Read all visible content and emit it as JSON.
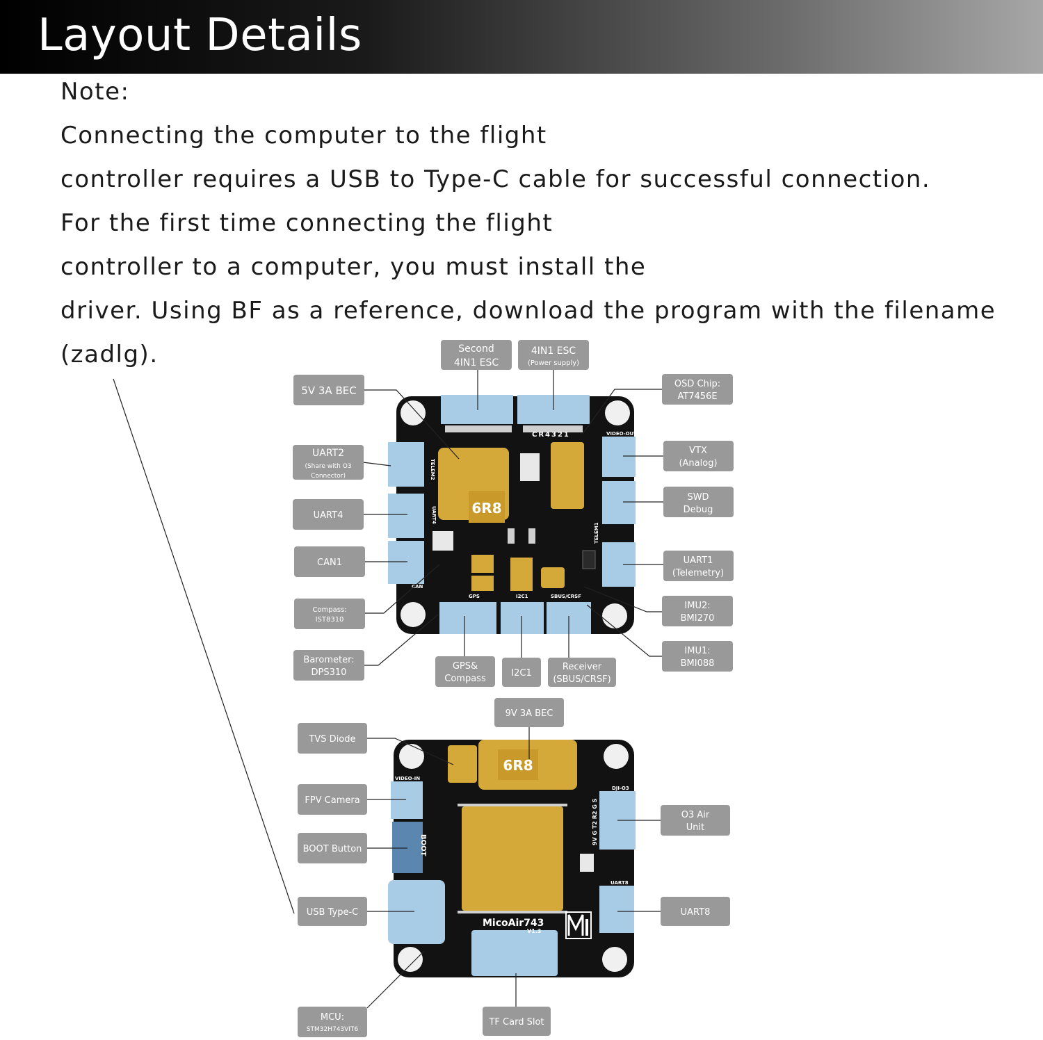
{
  "header": {
    "title": "Layout Details"
  },
  "note": {
    "lines": [
      "Note:",
      "Connecting the computer to the flight",
      "controller requires a USB to Type-C cable for successful connection.",
      "For the first time connecting the flight",
      "controller to a computer, you must install the",
      " driver. Using BF as a reference, download the program with the filename",
      " (zadlg)."
    ]
  },
  "top_board": {
    "labels": {
      "second_esc": [
        "Second",
        "4IN1 ESC"
      ],
      "esc_power": [
        "4IN1 ESC",
        "(Power supply)"
      ],
      "bec5v": [
        "5V 3A BEC"
      ],
      "osd": [
        "OSD Chip:",
        "AT7456E"
      ],
      "uart2": [
        "UART2",
        "(Share with O3",
        "Connector)"
      ],
      "vtx": [
        "VTX",
        "(Analog)"
      ],
      "swd": [
        "SWD",
        "Debug"
      ],
      "uart4": [
        "UART4"
      ],
      "can1": [
        "CAN1"
      ],
      "uart1": [
        "UART1",
        "(Telemetry)"
      ],
      "compass": [
        "Compass:",
        "IST8310"
      ],
      "imu2": [
        "IMU2:",
        "BMI270"
      ],
      "imu1": [
        "IMU1:",
        "BMI088"
      ],
      "baro": [
        "Barometer:",
        "DPS310"
      ],
      "gps": [
        "GPS&",
        "Compass"
      ],
      "i2c1": [
        "I2C1"
      ],
      "receiver": [
        "Receiver",
        "(SBUS/CRSF)"
      ]
    },
    "silk": {
      "cr": "CR4321",
      "video_out": "VIDEO-OUT",
      "telem": "TELEM2",
      "uart4": "UART4",
      "telem1": "TELEM1",
      "can": "CAN",
      "gps": "GPS",
      "i2c": "I2C1",
      "sbus": "SBUS/CRSF",
      "inductor": "6R8"
    }
  },
  "bottom_board": {
    "labels": {
      "bec9v": [
        "9V 3A BEC"
      ],
      "tvs": [
        "TVS Diode"
      ],
      "fpv": [
        "FPV Camera"
      ],
      "boot": [
        "BOOT Button"
      ],
      "usb": [
        "USB Type-C"
      ],
      "o3": [
        "O3 Air",
        "Unit"
      ],
      "uart8": [
        "UART8"
      ],
      "mcu": [
        "MCU:",
        "STM32H743VIT6"
      ],
      "tf": [
        "TF Card Slot"
      ]
    },
    "silk": {
      "video_in": "VIDEO-IN",
      "dji": "DJI-O3",
      "pins": "9V G T2 R2 G S",
      "uart8": "UART8",
      "boot": "BOOT",
      "brand": "MicoAir743",
      "version": "V1.3",
      "inductor": "6R8"
    }
  },
  "colors": {
    "label_box": "#999999",
    "connector": "#a8cbe6",
    "pcb": "#121212",
    "gold": "#d4a93a",
    "header_dark": "#000000"
  }
}
